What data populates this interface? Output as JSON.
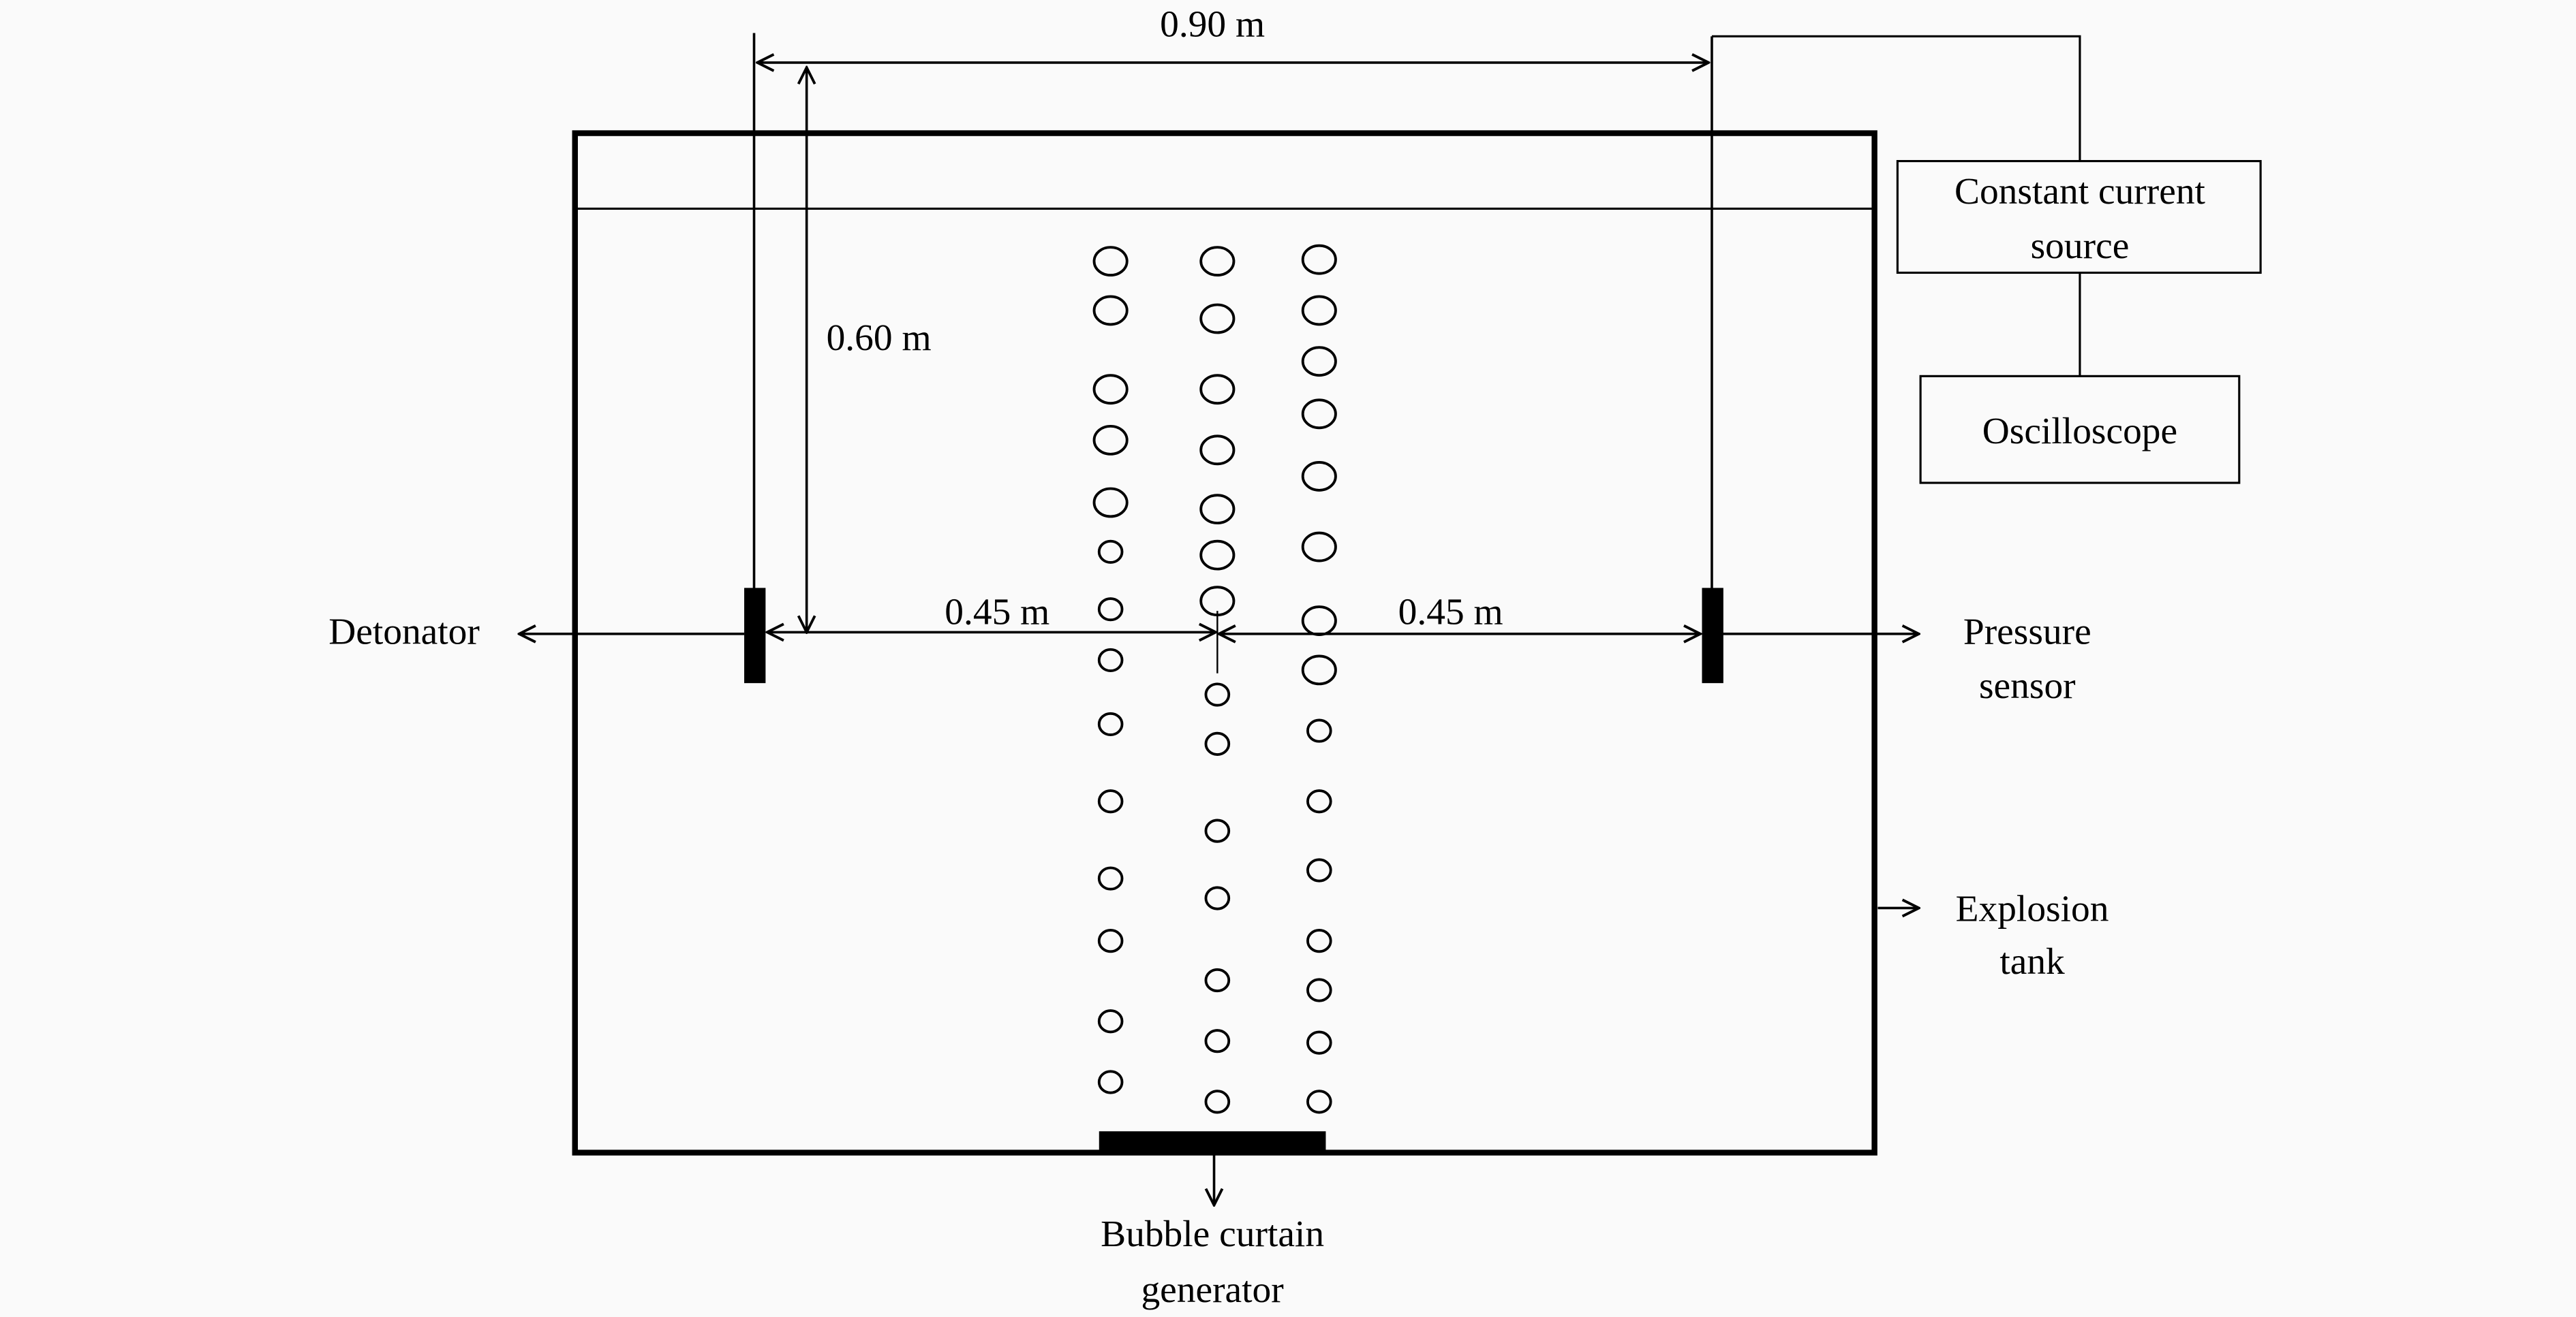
{
  "labels": {
    "distance_total": "0.90 m",
    "depth": "0.60 m",
    "distance_left": "0.45 m",
    "distance_right": "0.45 m",
    "detonator": "Detonator",
    "pressure_sensor_line1": "Pressure",
    "pressure_sensor_line2": "sensor",
    "explosion_tank_line1": "Explosion",
    "explosion_tank_line2": "tank",
    "bubble_generator_line1": "Bubble curtain",
    "bubble_generator_line2": "generator",
    "current_source_line1": "Constant current",
    "current_source_line2": "source",
    "oscilloscope": "Oscilloscope"
  }
}
